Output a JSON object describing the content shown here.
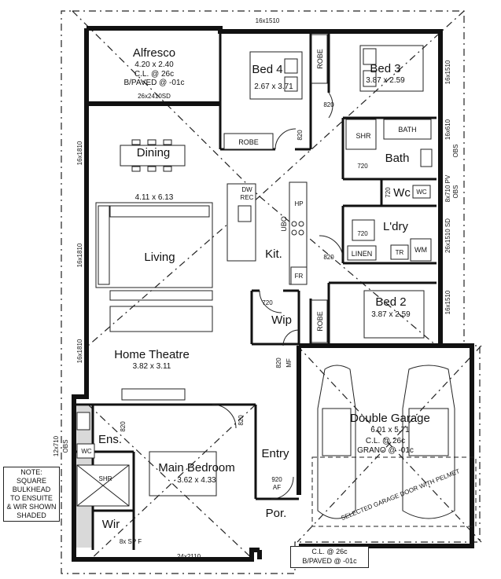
{
  "rooms": {
    "alfresco": {
      "name": "Alfresco",
      "dims": "4.20 x 2.40",
      "note1": "C.L. @ 26c",
      "note2": "B/PAVED @ -01c"
    },
    "bed4": {
      "name": "Bed 4",
      "dims": "2.67 x 3.71"
    },
    "bed3": {
      "name": "Bed 3",
      "dims": "3.87 x 2.59"
    },
    "bed2": {
      "name": "Bed 2",
      "dims": "3.87 x 2.59"
    },
    "dining": {
      "name": "Dining"
    },
    "dining_living_dims": "4.11 x 6.13",
    "living": {
      "name": "Living"
    },
    "kitchen": {
      "name": "Kit."
    },
    "bath": {
      "name": "Bath"
    },
    "wc": {
      "name": "Wc"
    },
    "laundry": {
      "name": "L'dry"
    },
    "wip": {
      "name": "Wip"
    },
    "home_theatre": {
      "name": "Home Theatre",
      "dims": "3.82 x 3.11"
    },
    "double_garage": {
      "name": "Double Garage",
      "dims": "6.01 x 5.71",
      "note1": "C.L. @ 26c",
      "note2": "GRANO @ -01c"
    },
    "ensuite": {
      "name": "Ens."
    },
    "main_bedroom": {
      "name": "Main Bedroom",
      "dims": "3.62 x 4.33"
    },
    "entry": {
      "name": "Entry"
    },
    "wir": {
      "name": "Wir"
    },
    "porch": {
      "name": "Por."
    }
  },
  "fixtures": {
    "robe": "ROBE",
    "shr": "SHR",
    "bath": "BATH",
    "wc": "WC",
    "linen": "LINEN",
    "wm": "WM",
    "tr": "TR",
    "dw": "DW",
    "rec": "REC",
    "ubo": "UBO",
    "hp": "HP",
    "fr": "FR",
    "mf": "MF",
    "af": "AF"
  },
  "door_sizes": {
    "d820": "820",
    "d720": "720",
    "d920": "920"
  },
  "windows": {
    "top": "16x1510",
    "alfresco_sd": "26x2410SD",
    "left_dining": "16x1810",
    "left_living": "16x1810",
    "left_theatre": "16x1810",
    "left_ens": "12x710",
    "left_ens_obs": "OBS",
    "right_bed3": "16x1510",
    "right_bath": "16x610",
    "right_bath_obs": "OBS",
    "right_wc": "8x710 PV",
    "right_wc_obs": "OBS",
    "right_ldry": "26x1510 SD",
    "right_bed2": "16x1510",
    "bottom": "24x2110",
    "wir_spf": "8x SP F"
  },
  "garage_door": "SELECTED GARAGE DOOR WITH PELMET",
  "note": {
    "line1": "NOTE:",
    "line2": "SQUARE",
    "line3": "BULKHEAD",
    "line4": "TO ENSUITE",
    "line5": "& WIR SHOWN",
    "line6": "SHADED"
  },
  "porch_note": {
    "line1": "C.L. @ 26c",
    "line2": "B/PAVED @ -01c"
  }
}
